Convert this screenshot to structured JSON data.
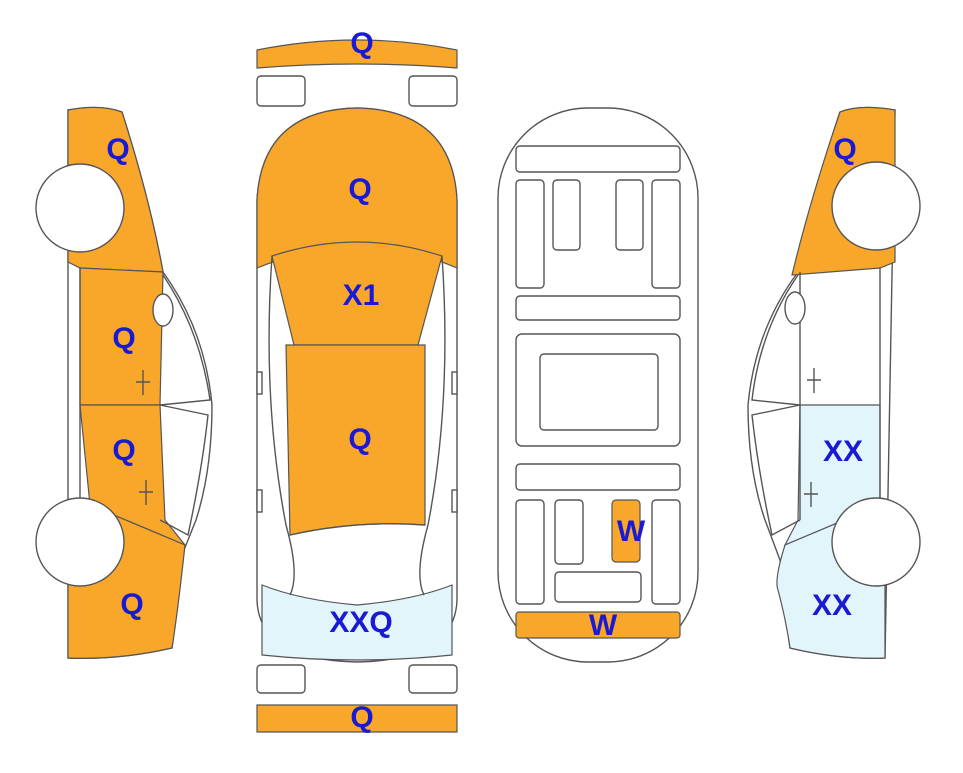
{
  "colors": {
    "graded": "#F9A72B",
    "repaired": "#E2F5FB",
    "outline": "#555555",
    "label": "#1A1AD4"
  },
  "labels": {
    "front_bumper": "Q",
    "hood": "Q",
    "windshield": "X1",
    "roof": "Q",
    "trunk": "XXQ",
    "rear_bumper": "Q",
    "left_front_fender": "Q",
    "left_front_door": "Q",
    "left_rear_door": "Q",
    "left_rear_quarter": "Q",
    "right_front_fender": "Q",
    "right_rear_door": "XX",
    "right_rear_quarter": "XX",
    "floor_center": "W",
    "floor_rear": "W"
  }
}
